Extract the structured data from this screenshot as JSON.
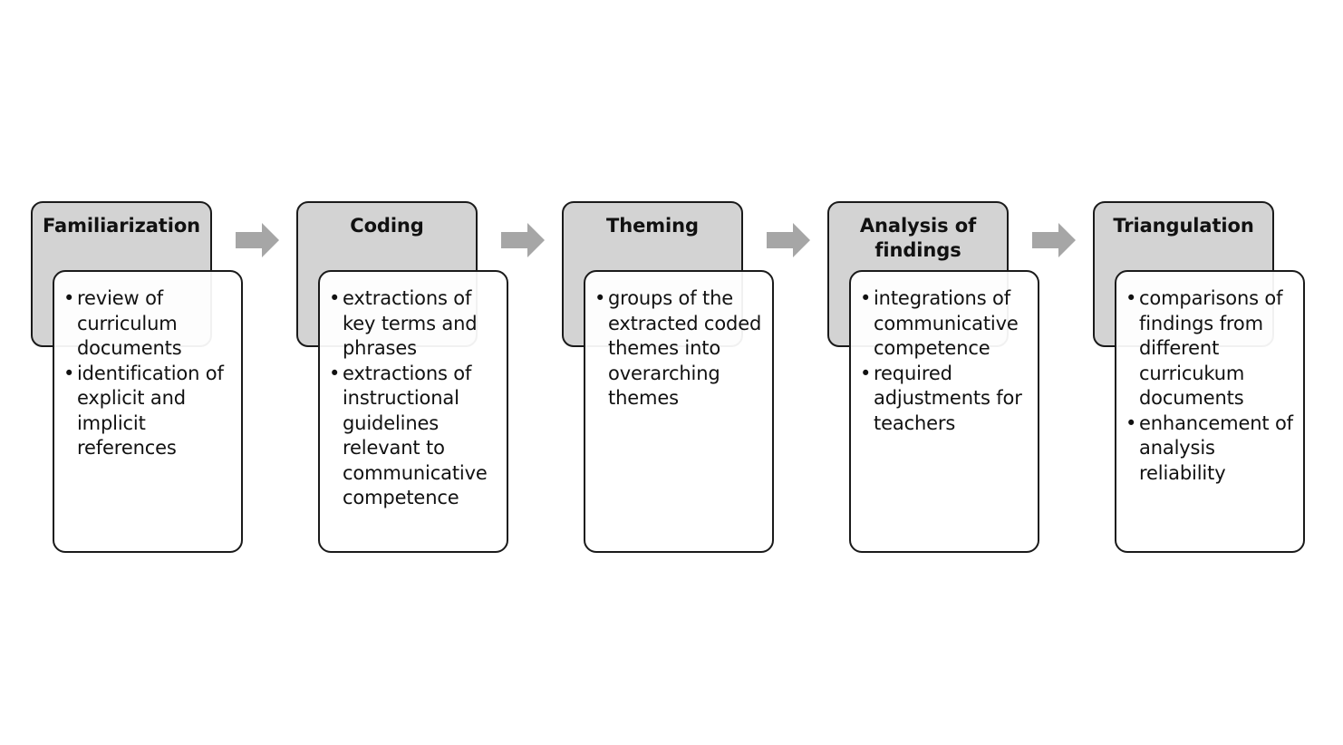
{
  "diagram": {
    "type": "process-flow",
    "orientation": "horizontal",
    "title": "",
    "colors": {
      "header_fill": "#d3d3d3",
      "body_fill": "#ffffff",
      "outline": "#1a1a1a",
      "arrow_fill": "#a6a6a6",
      "text": "#111111",
      "background": "#ffffff"
    },
    "stages": [
      {
        "id": "familiarization",
        "title": "Familiarization",
        "bullets": [
          "review of curriculum documents",
          "identification of explicit and implicit references"
        ],
        "arrow_after": true,
        "arrow_icon": "right-arrow-icon"
      },
      {
        "id": "coding",
        "title": "Coding",
        "bullets": [
          "extractions of key terms and phrases",
          "extractions of instructional guidelines relevant to communicative competence"
        ],
        "arrow_after": true,
        "arrow_icon": "right-arrow-icon"
      },
      {
        "id": "theming",
        "title": "Theming",
        "bullets": [
          "groups of the extracted coded themes into overarching themes"
        ],
        "arrow_after": true,
        "arrow_icon": "right-arrow-icon"
      },
      {
        "id": "analysis-of-findings",
        "title": "Analysis of findings",
        "bullets": [
          "integrations of communicative competence",
          "required adjustments for teachers"
        ],
        "arrow_after": true,
        "arrow_icon": "right-arrow-icon"
      },
      {
        "id": "triangulation",
        "title": "Triangulation",
        "bullets": [
          "comparisons of findings from different curricukum documents",
          "enhancement of analysis reliability"
        ],
        "arrow_after": false,
        "arrow_icon": ""
      }
    ]
  }
}
